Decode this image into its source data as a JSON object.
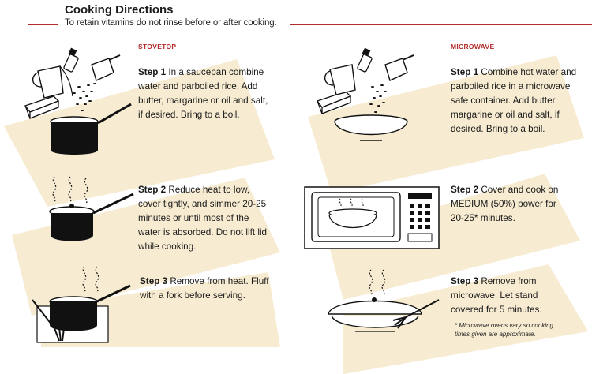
{
  "header": {
    "title": "Cooking Directions",
    "subtitle": "To retain vitamins do not rinse before or after cooking."
  },
  "stovetop": {
    "heading": "STOVETOP",
    "steps": [
      {
        "label": "Step 1",
        "text": " In a saucepan combine water and parboiled rice. Add butter, margarine or oil and salt, if desired. Bring to a boil."
      },
      {
        "label": "Step 2",
        "text": " Reduce heat to low, cover tightly, and simmer 20-25 minutes or until most of the water is absorbed. Do not lift lid while cooking."
      },
      {
        "label": "Step 3",
        "text": " Remove from heat. Fluff with a fork before serving."
      }
    ]
  },
  "microwave": {
    "heading": "MICROWAVE",
    "steps": [
      {
        "label": "Step 1",
        "text": " Combine hot water and parboiled rice in a microwave safe container. Add butter, margarine or oil and salt, if desired. Bring to a boil."
      },
      {
        "label": "Step 2",
        "text": " Cover and cook on MEDIUM (50%) power for 20-25* minutes."
      },
      {
        "label": "Step 3",
        "text": " Remove from microwave. Let stand covered for 5 minutes."
      }
    ],
    "note": "* Microwave ovens vary so cooking times given are approximate."
  },
  "colors": {
    "accent": "#b22a2a",
    "background_patch": "#f7ecd2"
  }
}
